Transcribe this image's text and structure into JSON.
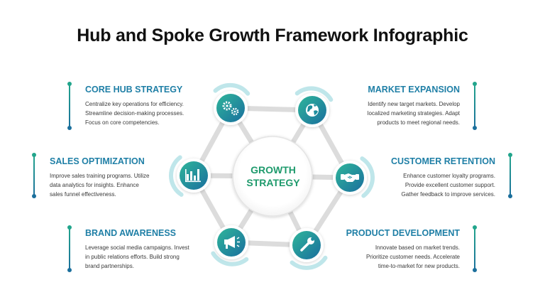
{
  "title": "Hub and Spoke Growth Framework Infographic",
  "hub": {
    "label_line1": "GROWTH",
    "label_line2": "STRATEGY"
  },
  "spokes": [
    {
      "heading": "CORE HUB STRATEGY",
      "icon": "gears-icon",
      "lines": [
        "Centralize key operations for efficiency.",
        "Streamline decision-making processes.",
        "Focus on core competencies."
      ]
    },
    {
      "heading": "MARKET EXPANSION",
      "icon": "globe-icon",
      "lines": [
        "Identify new target markets. Develop",
        "localized marketing strategies. Adapt",
        "products to meet regional needs."
      ]
    },
    {
      "heading": "SALES OPTIMIZATION",
      "icon": "bar-chart-icon",
      "lines": [
        "Improve sales training programs. Utilize",
        "data analytics for insights. Enhance",
        "sales funnel effectiveness."
      ]
    },
    {
      "heading": "CUSTOMER RETENTION",
      "icon": "handshake-icon",
      "lines": [
        "Enhance customer loyalty programs.",
        "Provide excellent customer support.",
        "Gather feedback to improve services."
      ]
    },
    {
      "heading": "BRAND AWARENESS",
      "icon": "megaphone-icon",
      "lines": [
        "Leverage social media campaigns. Invest",
        "in public relations efforts. Build strong",
        "brand partnerships."
      ]
    },
    {
      "heading": "PRODUCT DEVELOPMENT",
      "icon": "wrench-icon",
      "lines": [
        "Innovate based on market trends.",
        "Prioritize customer needs. Accelerate",
        "time-to-market for new products."
      ]
    }
  ],
  "colors": {
    "heading": "#1f7fa6",
    "hub_text": "#1e9a6c",
    "node_gradient_start": "#2fb59a",
    "node_gradient_end": "#1a6f9e",
    "connector": "#dcdcdc"
  }
}
